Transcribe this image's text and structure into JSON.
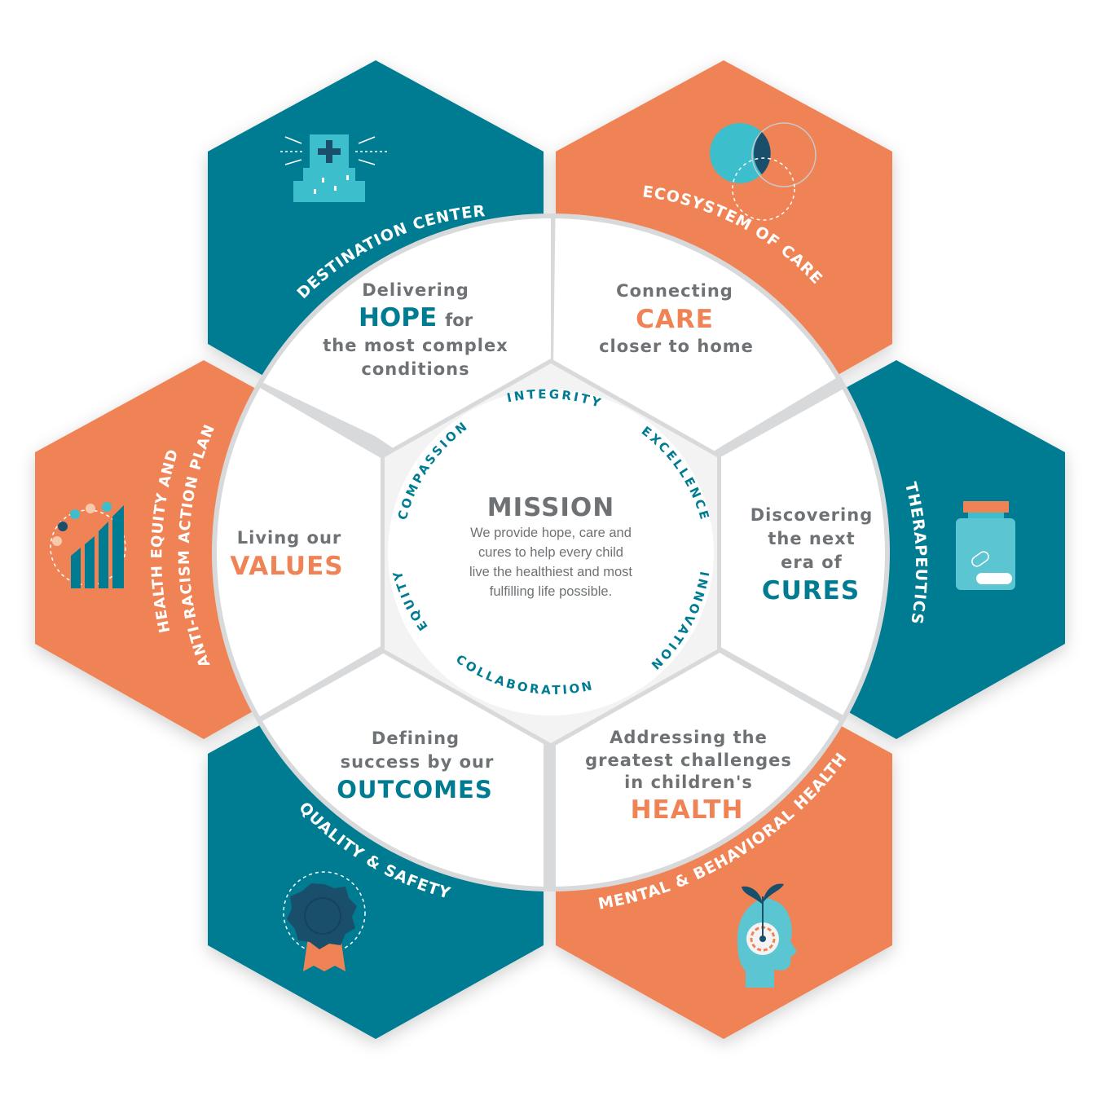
{
  "colors": {
    "teal": "#007c92",
    "orange": "#f08355",
    "gray_text": "#6e7275",
    "wheel": "#ffffff",
    "gap": "#d8d9db",
    "center": "#f3f3f4",
    "icon_light": "#3dbecc",
    "icon_dark": "#1a4f6b"
  },
  "mission": {
    "title": "MISSION",
    "line1": "We provide hope, care and",
    "line2": "cures to help every child",
    "line3": "live the healthiest and most",
    "line4": "fulfilling life possible."
  },
  "values": {
    "integrity": "INTEGRITY",
    "excellence": "EXCELLENCE",
    "innovation": "INNOVATION",
    "collaboration": "COLLABORATION",
    "equity": "EQUITY",
    "compassion": "COMPASSION"
  },
  "pillars": {
    "destination": {
      "title": "DESTINATION CENTER",
      "icon": "hospital-icon",
      "line1": "Delivering",
      "keyword": "HOPE",
      "keyword_suffix": "for",
      "line3": "the most complex",
      "line4": "conditions"
    },
    "ecosystem": {
      "title": "ECOSYSTEM OF CARE",
      "icon": "venn-diagram-icon",
      "line1": "Connecting",
      "keyword": "CARE",
      "line3": "closer to home"
    },
    "therapeutics": {
      "title": "THERAPEUTICS",
      "icon": "medicine-jar-icon",
      "line1": "Discovering",
      "line2": "the next",
      "line3": "era of",
      "keyword": "CURES"
    },
    "mental": {
      "title": "MENTAL & BEHAVIORAL HEALTH",
      "icon": "head-sprout-icon",
      "line1": "Addressing the",
      "line2": "greatest challenges",
      "line3": "in children's",
      "keyword": "HEALTH"
    },
    "quality": {
      "title": "QUALITY & SAFETY",
      "icon": "award-ribbon-icon",
      "line1": "Defining",
      "line2": "success by our",
      "keyword": "OUTCOMES"
    },
    "equity": {
      "title_line1": "HEALTH EQUITY AND",
      "title_line2": "ANTI-RACISM ACTION PLAN",
      "icon": "bar-chart-icon",
      "line1": "Living our",
      "keyword": "VALUES"
    }
  }
}
